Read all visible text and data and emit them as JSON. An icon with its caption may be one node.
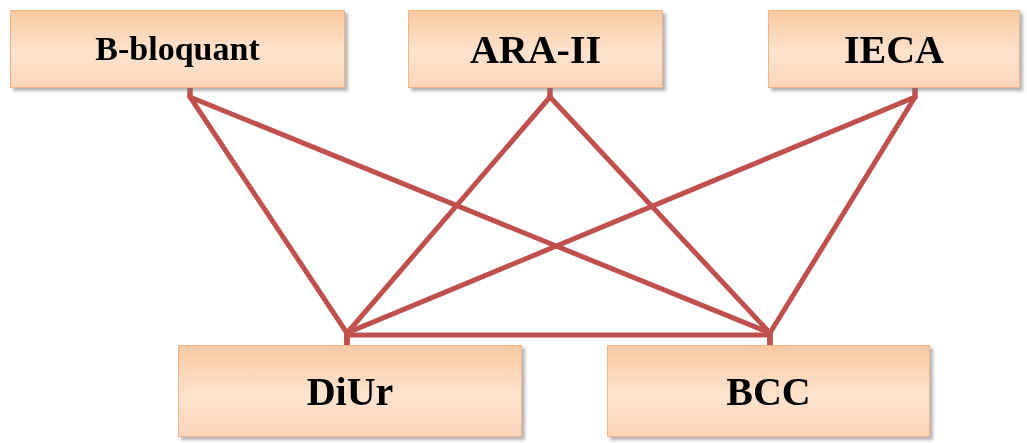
{
  "diagram": {
    "nodes": [
      {
        "text": [
          "B-bloquant"
        ]
      },
      {
        "text": [
          "ARA-II"
        ]
      },
      {
        "text": [
          "IECA"
        ]
      },
      {
        "text": [
          "DiUr"
        ]
      },
      {
        "text": [
          "BCC"
        ]
      }
    ],
    "edges": [
      {
        "from": 0,
        "to": 3,
        "arrow": "none"
      },
      {
        "from": 0,
        "to": 4,
        "arrow": "none"
      },
      {
        "from": 1,
        "to": 3,
        "arrow": "none"
      },
      {
        "from": 1,
        "to": 4,
        "arrow": "none"
      },
      {
        "from": 2,
        "to": 3,
        "arrow": "none"
      },
      {
        "from": 2,
        "to": 4,
        "arrow": "none"
      },
      {
        "from": 3,
        "to": 4,
        "arrow": "none"
      }
    ]
  }
}
